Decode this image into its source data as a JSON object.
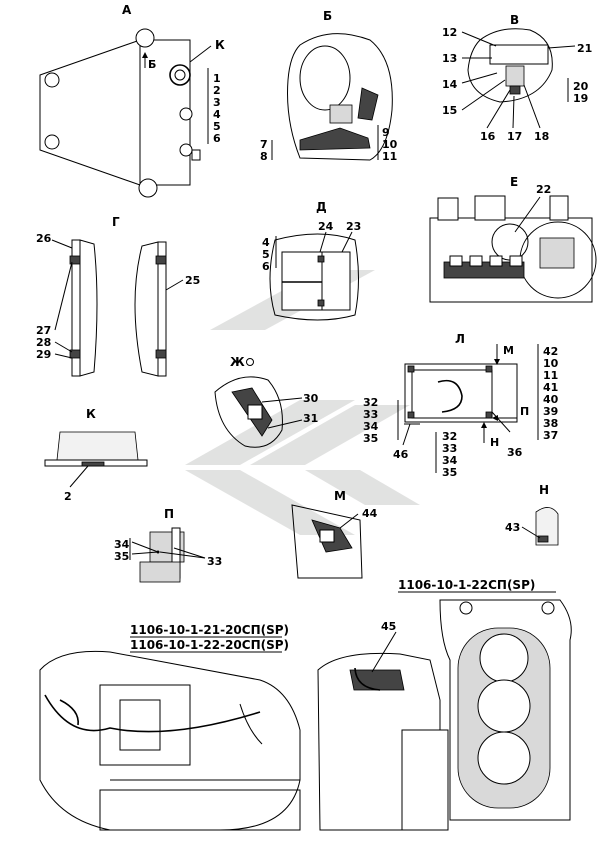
{
  "views": {
    "A": "А",
    "B": "Б",
    "V": "В",
    "G": "Г",
    "D": "Д",
    "E": "Е",
    "ZH": "Ж",
    "K": "К",
    "L": "Л",
    "M": "М",
    "N": "Н",
    "P": "П"
  },
  "captions": {
    "model_single": "1106-10-1-22СП(SP)",
    "model_pair_1": "1106-10-1-21-20СП(SP)",
    "model_pair_2": "1106-10-1-22-20СП(SP)"
  },
  "callouts": {
    "n1": "1",
    "n2": "2",
    "n3": "3",
    "n4": "4",
    "n5": "5",
    "n6": "6",
    "n7": "7",
    "n8": "8",
    "n9": "9",
    "n10": "10",
    "n11": "11",
    "n12": "12",
    "n13": "13",
    "n14": "14",
    "n15": "15",
    "n16": "16",
    "n17": "17",
    "n18": "18",
    "n19": "19",
    "n20": "20",
    "n21": "21",
    "n22": "22",
    "n23": "23",
    "n24": "24",
    "n25": "25",
    "n26": "26",
    "n27": "27",
    "n28": "28",
    "n29": "29",
    "n30": "30",
    "n31": "31",
    "n32": "32",
    "n33": "33",
    "n34": "34",
    "n35": "35",
    "n36": "36",
    "n37": "37",
    "n38": "38",
    "n39": "39",
    "n40": "40",
    "n41": "41",
    "n42": "42",
    "n43": "43",
    "n44": "44",
    "n45": "45",
    "n46": "46"
  }
}
